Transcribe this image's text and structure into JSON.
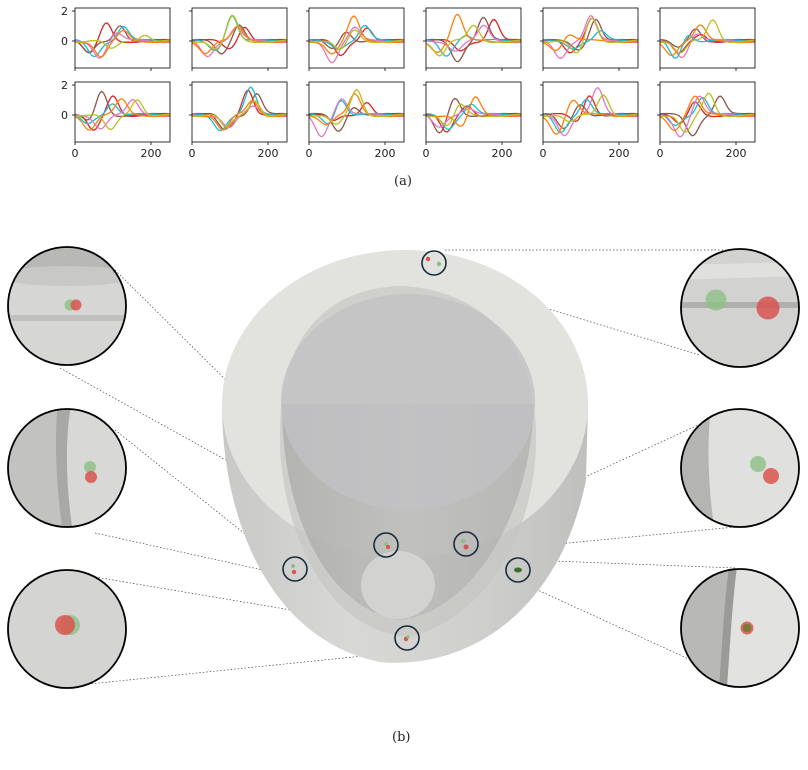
{
  "figure": {
    "caption_a": "(a)",
    "caption_b": "(b)"
  },
  "chart_data": {
    "type": "line",
    "grid_layout": {
      "rows": 2,
      "cols": 6
    },
    "xlim": [
      0,
      250
    ],
    "ylim": [
      -1.8,
      2.2
    ],
    "xticks": [
      0,
      200
    ],
    "yticks": [
      -2,
      0,
      2
    ],
    "xtick_labels": [
      "0",
      "200"
    ],
    "ytick_labels_row1": [
      "2",
      "0"
    ],
    "ytick_labels_row2": [
      "2",
      "0"
    ],
    "series_colors": [
      "#d62728",
      "#8c564b",
      "#17becf",
      "#e377c2",
      "#ff7f0e",
      "#bcbd22"
    ],
    "legend": "none",
    "grid": false
  },
  "colors": {
    "marker_red": "#d9534f",
    "marker_green": "#8cc084",
    "ventricle_outer": "#d2d2d0",
    "ventricle_inner": "#bdbdbd"
  }
}
